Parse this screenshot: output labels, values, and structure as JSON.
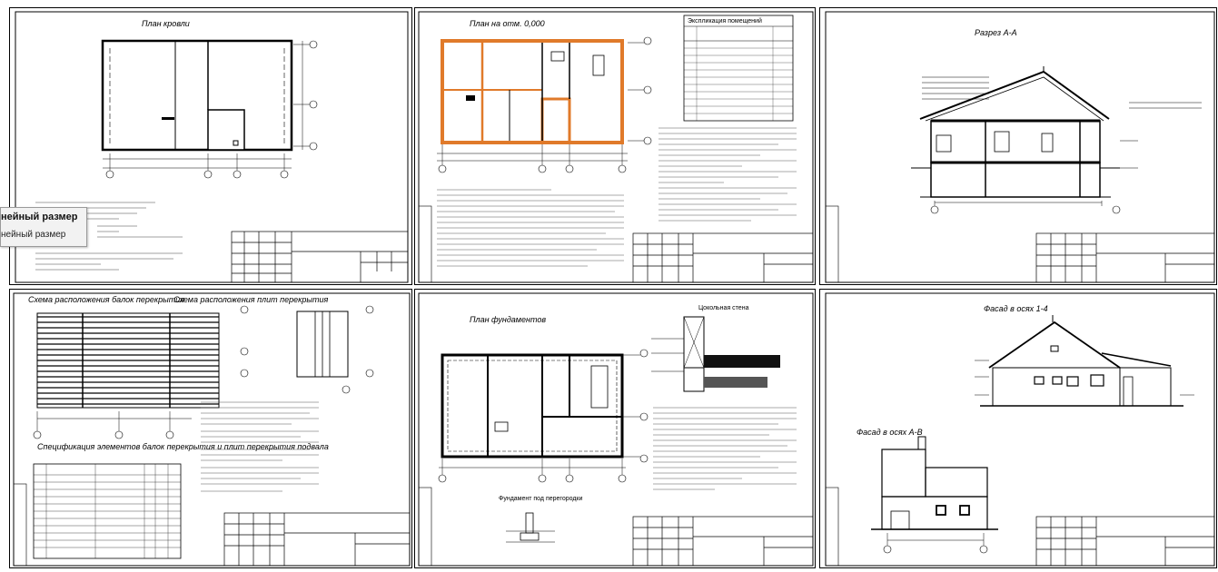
{
  "sheets": {
    "roof_plan": {
      "title": "План кровли"
    },
    "floor_plan": {
      "title": "План на отм. 0,000",
      "table_title": "Экспликация помещений"
    },
    "section": {
      "title": "Разрез А-А"
    },
    "beams": {
      "title_left": "Схема расположения балок перекрытия",
      "title_right": "Схема расположения плит перекрытия",
      "spec_title": "Спецификация элементов балок перекрытия и плит перекрытия подвала"
    },
    "foundation": {
      "title": "План фундаментов",
      "detail_title": "Фундамент под перегородки",
      "wall_detail": "Цокольная стена"
    },
    "facades": {
      "title_top": "Фасад в осях 1-4",
      "title_bottom": "Фасад в осях А-В"
    }
  },
  "tooltip": {
    "title": "нейный размер",
    "subtitle": "нейный размер"
  }
}
